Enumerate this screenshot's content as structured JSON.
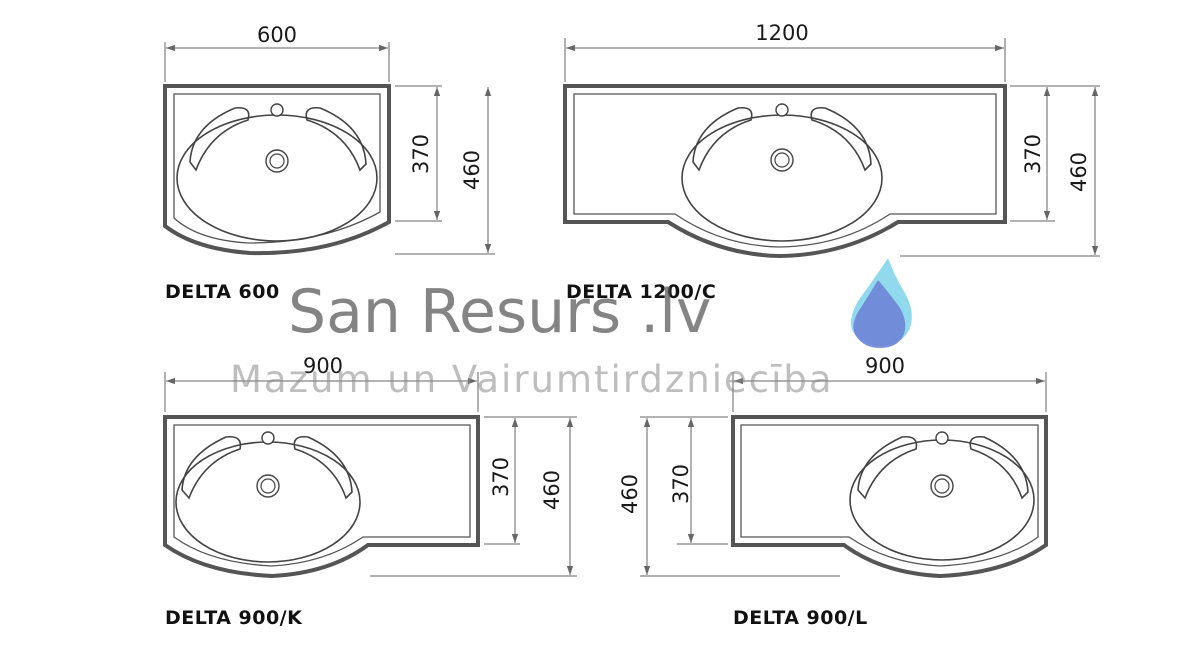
{
  "diagrams": [
    {
      "model": "DELTA 600",
      "width": "600",
      "inner_depth": "370",
      "total_depth": "460"
    },
    {
      "model": "DELTA 1200/C",
      "width": "1200",
      "inner_depth": "370",
      "total_depth": "460"
    },
    {
      "model": "DELTA 900/K",
      "width": "900",
      "inner_depth": "370",
      "total_depth": "460"
    },
    {
      "model": "DELTA 900/L",
      "width": "900",
      "inner_depth": "370",
      "total_depth": "460"
    }
  ],
  "watermark": {
    "title": "San Resurs .lv",
    "subtitle": "Mazum un Vairumtirdzniecība",
    "drop_colors": [
      "#7ed3ea",
      "#6e84d6"
    ]
  }
}
